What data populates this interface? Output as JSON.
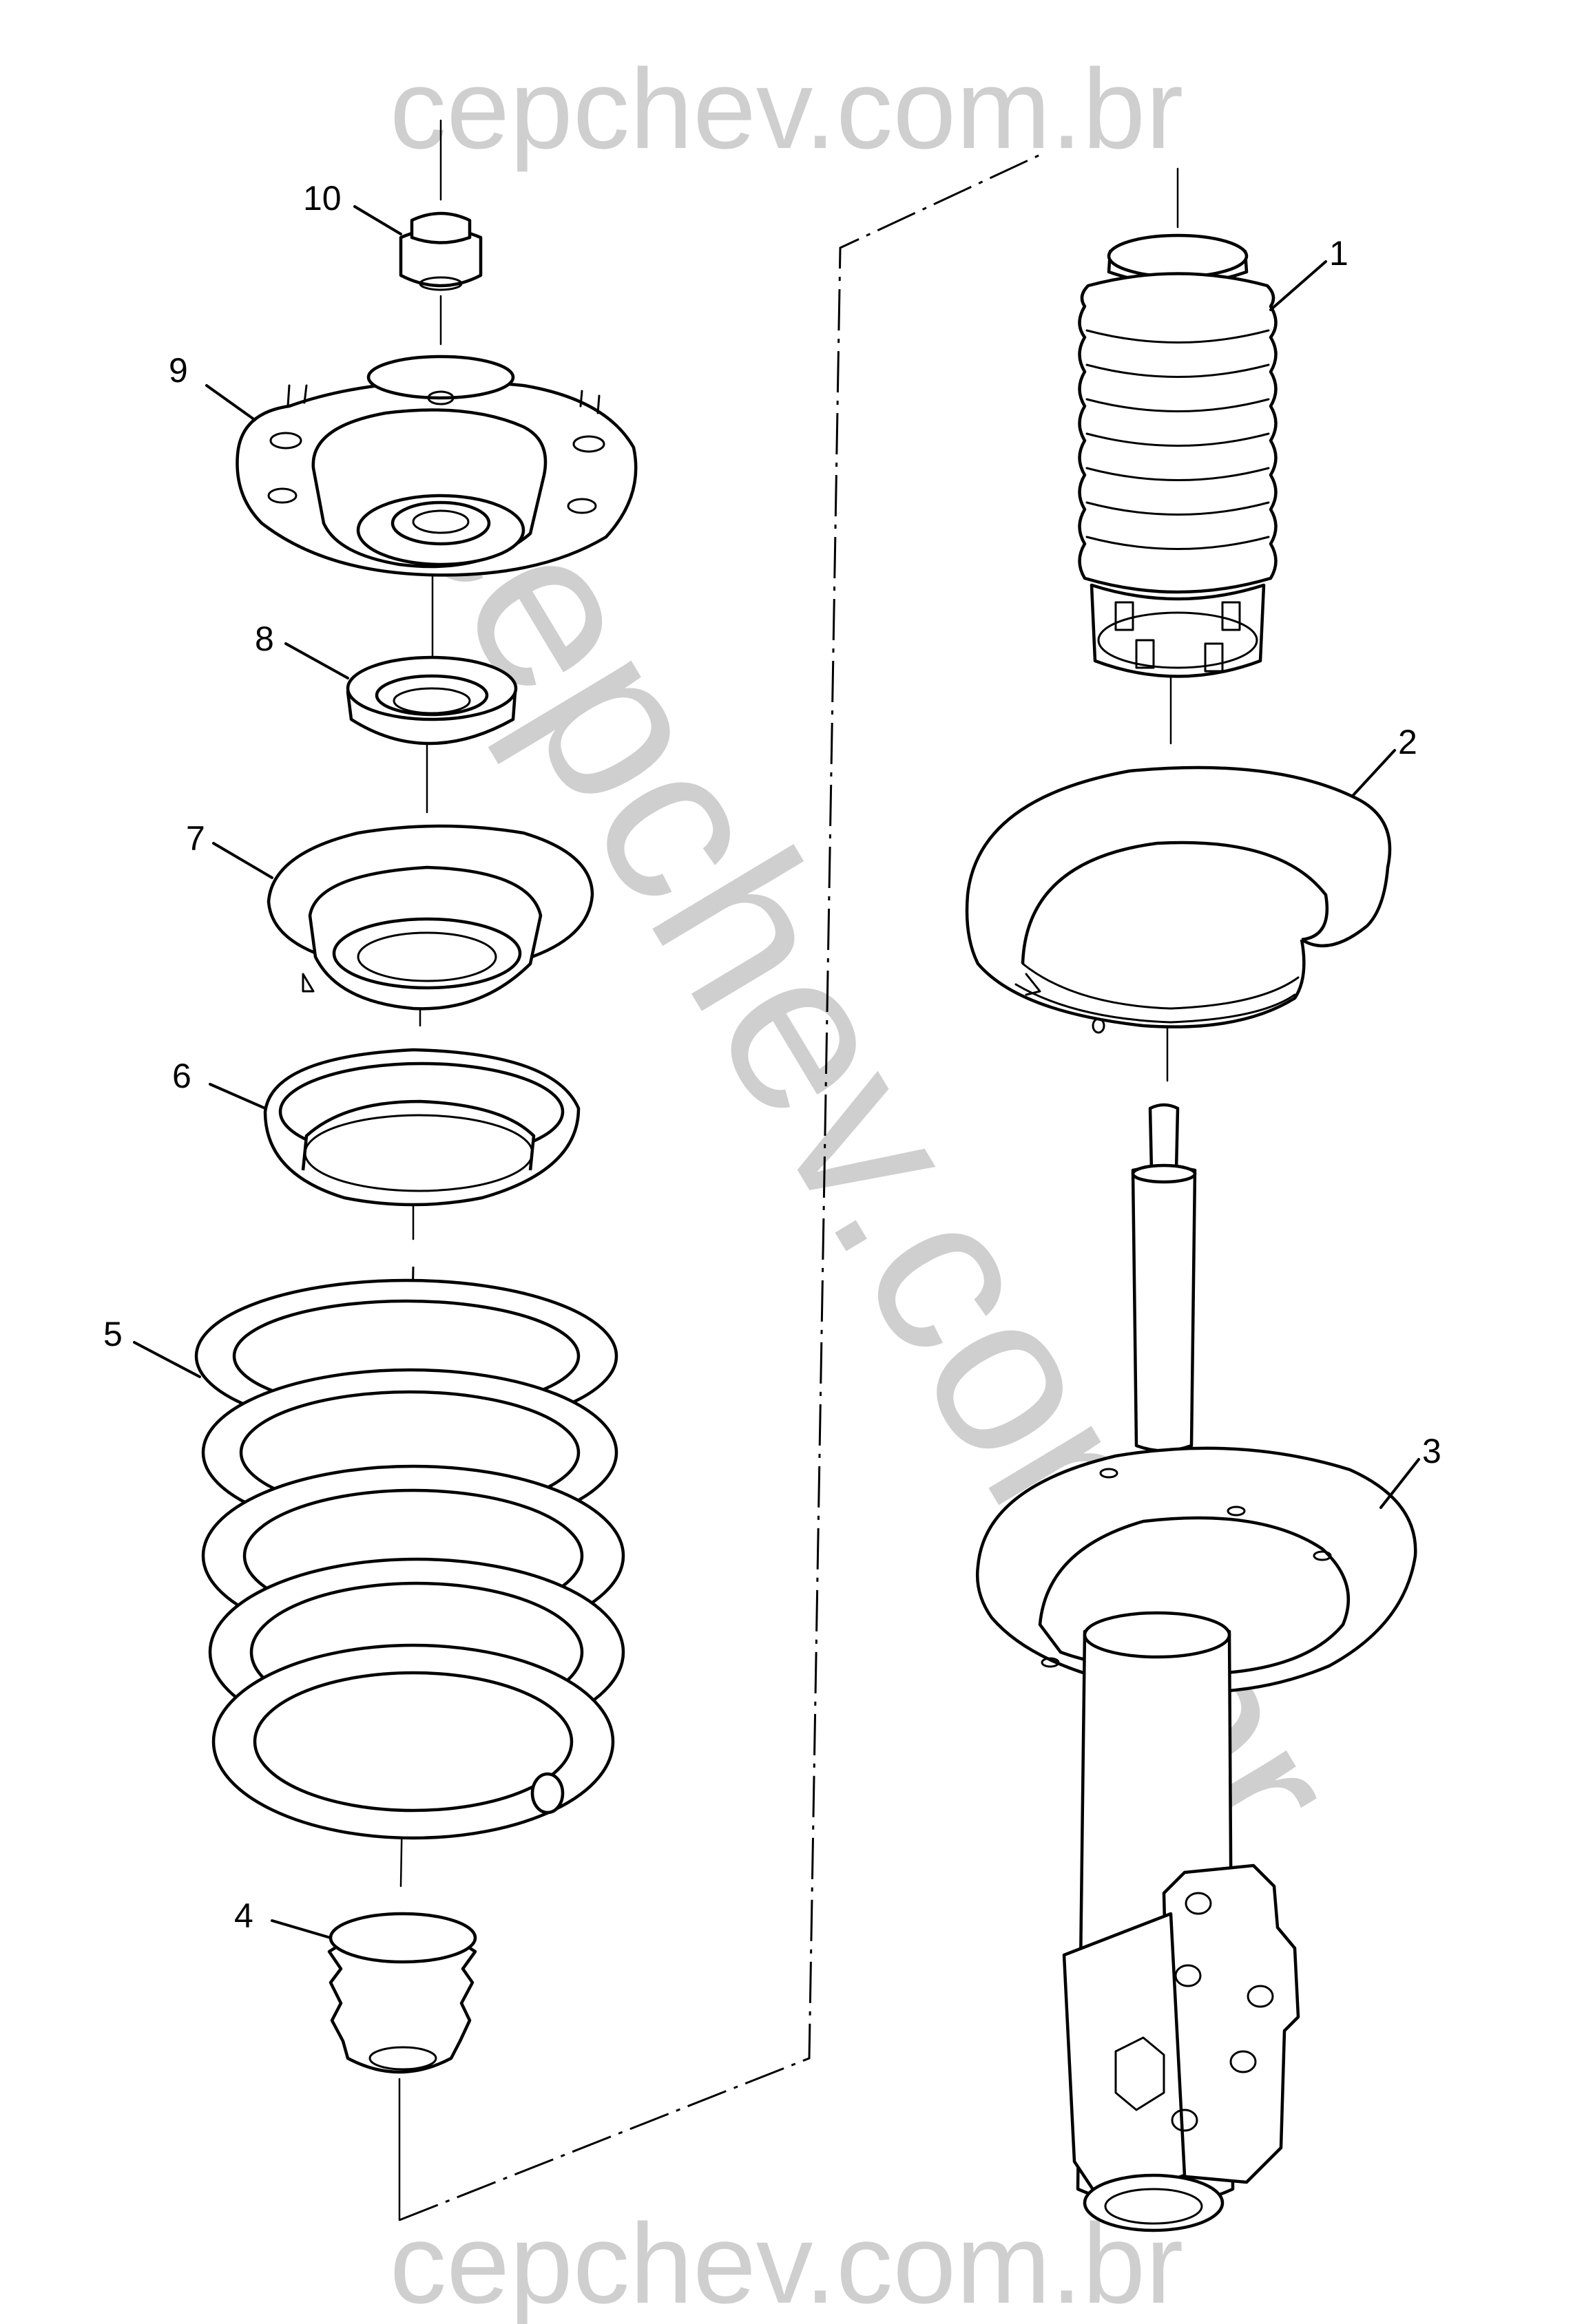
{
  "watermark": {
    "top": "cepchev.com.br",
    "bottom": "cepchev.com.br",
    "diagonal": "cepchev.com.br",
    "color": "#cfcfcf"
  },
  "callouts": [
    {
      "id": "1",
      "label": "1",
      "part": "strut-boot"
    },
    {
      "id": "2",
      "label": "2",
      "part": "spring-insulator-upper"
    },
    {
      "id": "3",
      "label": "3",
      "part": "strut-assembly"
    },
    {
      "id": "4",
      "label": "4",
      "part": "bump-stop"
    },
    {
      "id": "5",
      "label": "5",
      "part": "coil-spring"
    },
    {
      "id": "6",
      "label": "6",
      "part": "spring-insulator"
    },
    {
      "id": "7",
      "label": "7",
      "part": "spring-seat"
    },
    {
      "id": "8",
      "label": "8",
      "part": "bearing"
    },
    {
      "id": "9",
      "label": "9",
      "part": "strut-mount"
    },
    {
      "id": "10",
      "label": "10",
      "part": "nut"
    }
  ]
}
